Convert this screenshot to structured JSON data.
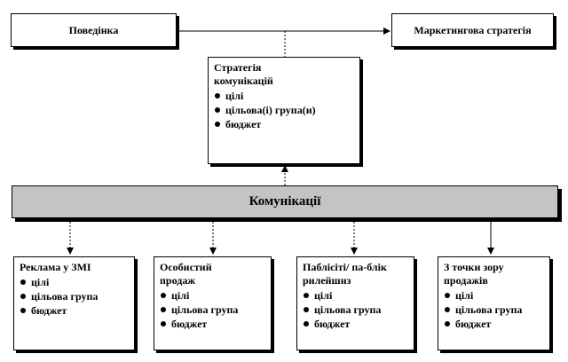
{
  "top": {
    "left_label": "Поведінка",
    "right_label": "Маркетингова стратегія"
  },
  "strategy": {
    "title": "Стратегія комунікацій",
    "items": [
      "цілі",
      "цільова(і)  група(и)",
      "бюджет"
    ]
  },
  "band": {
    "label": "Комунікації"
  },
  "channels": [
    {
      "title": "Реклама у ЗМІ",
      "items": [
        "цілі",
        "цільова група",
        "бюджет"
      ]
    },
    {
      "title": "Особистий продаж",
      "items": [
        "цілі",
        "цільова група",
        "бюджет"
      ]
    },
    {
      "title": "Паблісіті/ па-блік рилейшнз",
      "items": [
        "цілі",
        "цільова група",
        "бюджет"
      ]
    },
    {
      "title": "З точки зору продажів",
      "items": [
        "цілі",
        "цільова група",
        "бюджет"
      ]
    }
  ]
}
